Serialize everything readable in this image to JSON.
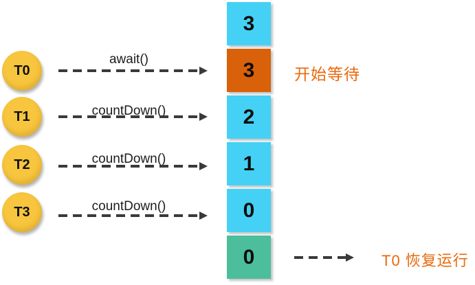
{
  "threads": [
    {
      "label": "T0",
      "call": "await()"
    },
    {
      "label": "T1",
      "call": "countDown()"
    },
    {
      "label": "T2",
      "call": "countDown()"
    },
    {
      "label": "T3",
      "call": "countDown()"
    }
  ],
  "latch_boxes": [
    {
      "value": "3",
      "state": "idle"
    },
    {
      "value": "3",
      "state": "active"
    },
    {
      "value": "2",
      "state": "idle"
    },
    {
      "value": "1",
      "state": "idle"
    },
    {
      "value": "0",
      "state": "idle"
    },
    {
      "value": "0",
      "state": "done"
    }
  ],
  "annotations": {
    "start_waiting": "开始等待",
    "resume_running": "T0 恢复运行"
  },
  "colors": {
    "box_idle": "#45D1F5",
    "box_active": "#D9610A",
    "box_done": "#4CBE9B",
    "thread_circle": "#F7C53E",
    "annotation_text": "#E9690B",
    "arrow": "#3A3A3A"
  }
}
